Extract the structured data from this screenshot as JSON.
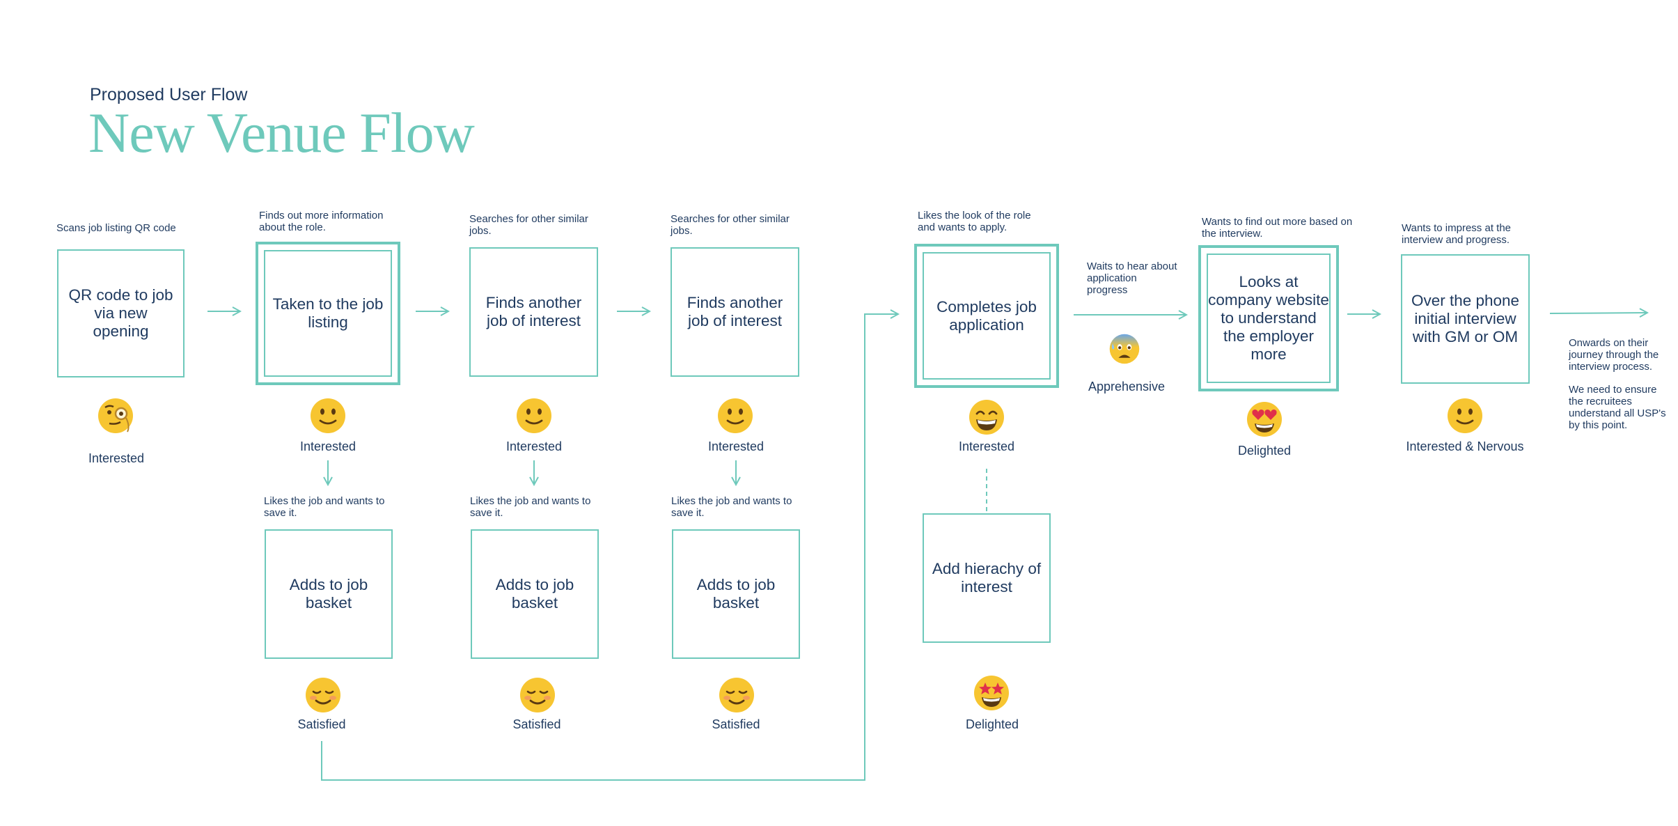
{
  "header": {
    "subtitle": "Proposed User Flow",
    "title": "New Venue Flow"
  },
  "colors": {
    "accent": "#6ec9bb",
    "text": "#1f3a5f",
    "emoji": "#f7c531"
  },
  "steps": [
    {
      "note": "Scans job listing QR code",
      "label": "QR code to job via new opening",
      "mood": "Interested",
      "emoji": "face-with-monocle-icon"
    },
    {
      "note": "Finds out more information about the role.",
      "label": "Taken to the job listing",
      "mood": "Interested",
      "emoji": "slightly-smiling-face-icon"
    },
    {
      "note": "Searches for other similar jobs.",
      "label": "Finds another job of interest",
      "mood": "Interested",
      "emoji": "slightly-smiling-face-icon"
    },
    {
      "note": "Searches for other similar jobs.",
      "label": "Finds another job of interest",
      "mood": "Interested",
      "emoji": "slightly-smiling-face-icon"
    },
    {
      "note": "Likes the look of the role and wants to apply.",
      "label": "Completes job application",
      "mood": "Interested",
      "emoji": "grinning-face-icon"
    },
    {
      "note": "Wants to find out more based on the interview.",
      "label": "Looks at company website to understand the employer more",
      "mood": "Delighted",
      "emoji": "heart-eyes-face-icon"
    },
    {
      "note": "Wants to impress at the interview and progress.",
      "label": "Over the phone initial interview with GM or OM",
      "mood": "Interested & Nervous",
      "emoji": "slightly-smiling-face-icon"
    }
  ],
  "basket_steps": [
    {
      "note": "Likes the job and wants to save it.",
      "label": "Adds to job basket",
      "mood": "Satisfied",
      "emoji": "smiling-face-icon"
    },
    {
      "note": "Likes the job and wants to save it.",
      "label": "Adds to job basket",
      "mood": "Satisfied",
      "emoji": "smiling-face-icon"
    },
    {
      "note": "Likes the job and wants to save it.",
      "label": "Adds to job basket",
      "mood": "Satisfied",
      "emoji": "smiling-face-icon"
    }
  ],
  "hierarchy_step": {
    "label": "Add hierachy of interest",
    "mood": "Delighted",
    "emoji": "star-struck-face-icon"
  },
  "waiting": {
    "note": "Waits to hear about application progress",
    "mood": "Apprehensive",
    "emoji": "anxious-face-with-sweat-icon"
  },
  "outro": {
    "line1": "Onwards on their journey through the interview process.",
    "line2": "We need to ensure the recruitees understand all USP's by this point."
  }
}
